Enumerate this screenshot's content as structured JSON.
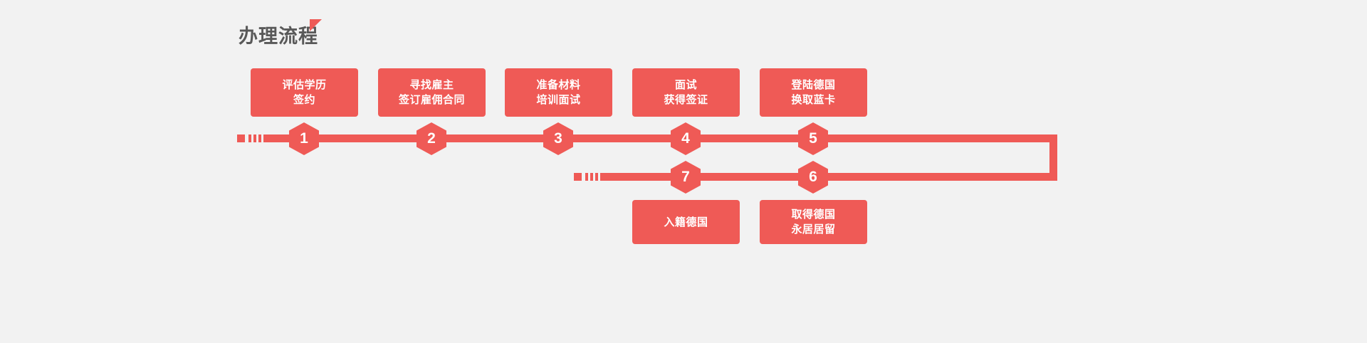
{
  "section": {
    "title": "办理流程",
    "accent_color": "#ee5a56",
    "title_color": "#595959",
    "background_color": "#f2f2f2"
  },
  "flow": {
    "row1": {
      "cards": [
        {
          "step": "1",
          "lines": [
            "评估学历",
            "签约"
          ]
        },
        {
          "step": "2",
          "lines": [
            "寻找雇主",
            "签订雇佣合同"
          ]
        },
        {
          "step": "3",
          "lines": [
            "准备材料",
            "培训面试"
          ]
        },
        {
          "step": "4",
          "lines": [
            "面试",
            "获得签证"
          ]
        },
        {
          "step": "5",
          "lines": [
            "登陆德国",
            "换取蓝卡"
          ]
        }
      ],
      "markers": [
        "1",
        "2",
        "3",
        "4",
        "5"
      ]
    },
    "row2": {
      "cards": [
        {
          "step": "7",
          "lines": [
            "入籍德国"
          ]
        },
        {
          "step": "6",
          "lines": [
            "取得德国",
            "永居居留"
          ]
        }
      ],
      "markers": [
        "7",
        "6"
      ]
    }
  }
}
